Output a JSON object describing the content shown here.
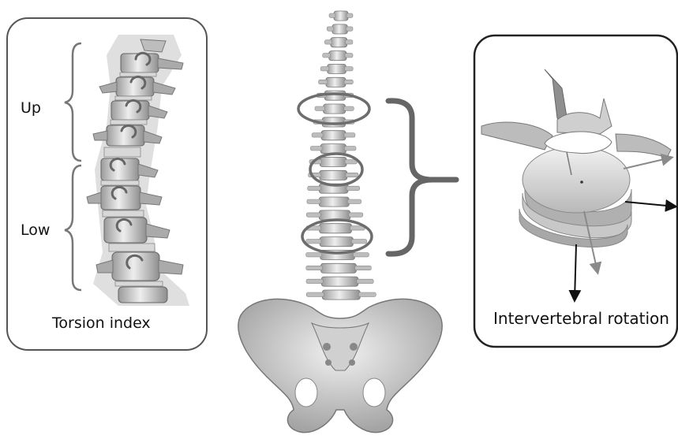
{
  "labels": {
    "up": "Up",
    "low": "Low",
    "torsion_index": "Torsion index",
    "intervertebral_rotation": "Intervertebral rotation"
  },
  "colors": {
    "bone_light": "#e9e9e9",
    "bone_mid": "#bdbdbd",
    "bone_dark": "#8a8a8a",
    "annotation_gray": "#6d6d6d",
    "panel_border": "#333333"
  },
  "icons": {
    "rotation_arrow": "curved-arrow-icon",
    "region_ellipse": "ellipse-marker",
    "region_brace": "curly-brace"
  }
}
